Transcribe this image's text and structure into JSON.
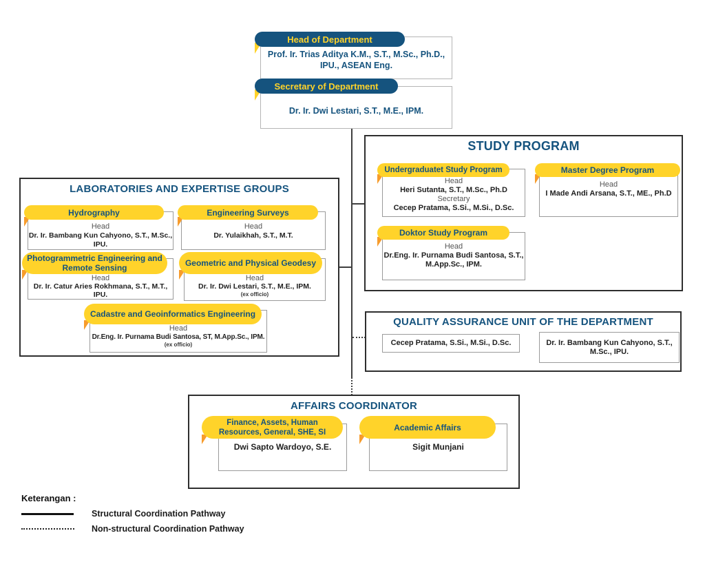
{
  "colors": {
    "navy": "#15537E",
    "yellow": "#FFD32A",
    "orange": "#F79C2C",
    "line": "#3F3F3F"
  },
  "top": {
    "head_title": "Head of Department",
    "head_name": "Prof. Ir. Trias Aditya K.M., S.T., M.Sc., Ph.D., IPU., ASEAN Eng.",
    "secretary_title": "Secretary of Department",
    "secretary_name": "Dr. Ir. Dwi Lestari, S.T., M.E., IPM."
  },
  "labs": {
    "title": "LABORATORIES AND EXPERTISE GROUPS",
    "units": [
      {
        "title": "Hydrography",
        "role": "Head",
        "name": "Dr. Ir. Bambang Kun Cahyono, S.T., M.Sc., IPU."
      },
      {
        "title": "Engineering Surveys",
        "role": "Head",
        "name": "Dr. Yulaikhah, S.T., M.T."
      },
      {
        "title": "Photogrammetric Engineering and Remote Sensing",
        "role": "Head",
        "name": "Dr. Ir. Catur Aries Rokhmana, S.T., M.T., IPU."
      },
      {
        "title": "Geometric and Physical Geodesy",
        "role": "Head",
        "name": "Dr. Ir. Dwi Lestari, S.T., M.E., IPM.",
        "note": "(ex officio)"
      },
      {
        "title": "Cadastre and Geoinformatics Engineering",
        "role": "Head",
        "name": "Dr.Eng. Ir. Purnama Budi Santosa, ST, M.App.Sc., IPM.",
        "note": "(ex officio)"
      }
    ]
  },
  "study": {
    "title": "STUDY PROGRAM",
    "units": [
      {
        "title": "Undergraduatet Study Program",
        "role1": "Head",
        "name1": "Heri Sutanta, S.T., M.Sc., Ph.D",
        "role2": "Secretary",
        "name2": "Cecep Pratama, S.Si., M.Si., D.Sc."
      },
      {
        "title": "Master Degree Program",
        "role1": "Head",
        "name1": "I Made Andi Arsana, S.T., ME., Ph.D"
      },
      {
        "title": "Doktor Study Program",
        "role1": "Head",
        "name1": "Dr.Eng. Ir. Purnama Budi Santosa, S.T., M.App.Sc., IPM."
      }
    ]
  },
  "qa": {
    "title": "QUALITY ASSURANCE UNIT OF THE DEPARTMENT",
    "members": [
      "Cecep Pratama, S.Si., M.Si., D.Sc.",
      "Dr. Ir. Bambang Kun Cahyono, S.T., M.Sc., IPU."
    ]
  },
  "affairs": {
    "title": "AFFAIRS COORDINATOR",
    "units": [
      {
        "title": "Finance, Assets, Human Resources, General, SHE, SI",
        "name": "Dwi Sapto Wardoyo, S.E."
      },
      {
        "title": "Academic Affairs",
        "name": "Sigit Munjani"
      }
    ]
  },
  "legend": {
    "heading": "Keterangan :",
    "items": [
      {
        "line_style": "solid",
        "label": "Structural Coordination Pathway"
      },
      {
        "line_style": "dotted",
        "label": "Non-structural Coordination Pathway"
      }
    ]
  }
}
